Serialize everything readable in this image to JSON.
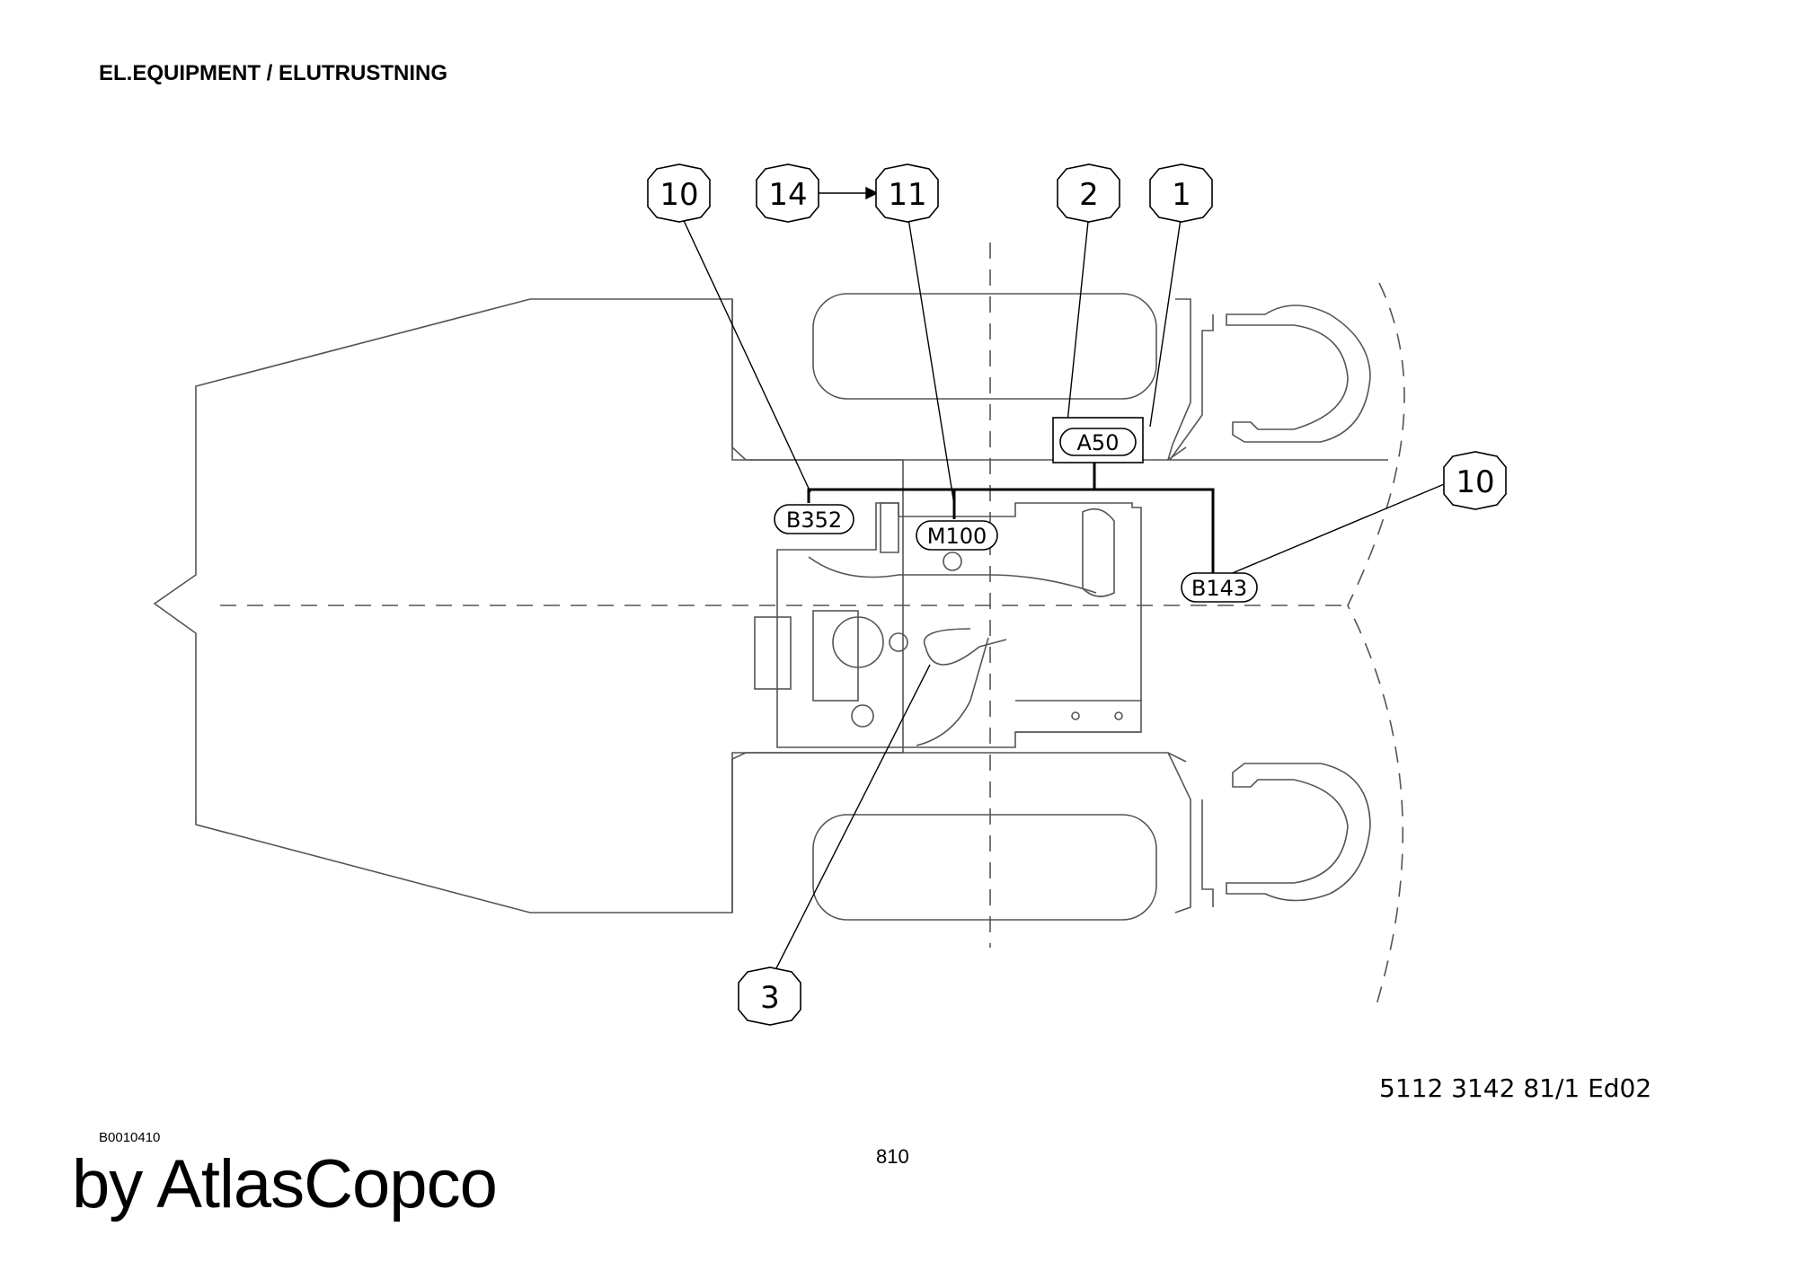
{
  "header": {
    "title": "EL.EQUIPMENT / ELUTRUSTNING"
  },
  "balloons": [
    {
      "id": "b10a",
      "label": "10"
    },
    {
      "id": "b14",
      "label": "14"
    },
    {
      "id": "b11",
      "label": "11"
    },
    {
      "id": "b2",
      "label": "2"
    },
    {
      "id": "b1",
      "label": "1"
    },
    {
      "id": "b10b",
      "label": "10"
    },
    {
      "id": "b3",
      "label": "3"
    }
  ],
  "components": [
    {
      "id": "a50",
      "label": "A50"
    },
    {
      "id": "b352",
      "label": "B352"
    },
    {
      "id": "m100",
      "label": "M100"
    },
    {
      "id": "b143",
      "label": "B143"
    }
  ],
  "footer": {
    "drawing_number": "5112 3142 81/1  Ed02",
    "image_id": "B0010410",
    "page_number": "810",
    "brand": "by AtlasCopco"
  }
}
